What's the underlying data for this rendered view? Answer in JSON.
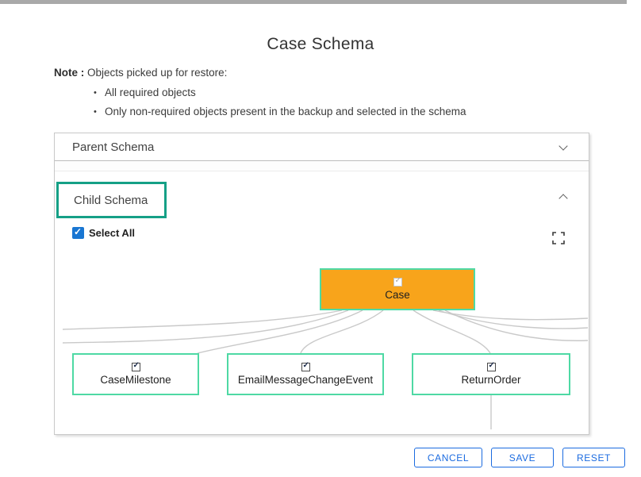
{
  "window": {
    "top_bar_color": "#a9a9a9"
  },
  "dialog": {
    "title": "Case Schema"
  },
  "note": {
    "label": "Note :",
    "text": "Objects picked up for restore:",
    "bullets": [
      "All required objects",
      "Only non-required objects present in the backup and selected in the schema"
    ]
  },
  "accordion": {
    "parent": {
      "label": "Parent Schema",
      "state": "collapsed"
    },
    "child": {
      "label": "Child Schema",
      "state": "expanded",
      "highlighted": true,
      "highlight_color": "#15a086",
      "select_all": {
        "label": "Select All",
        "checked": true,
        "checkbox_color": "#1976d2"
      }
    }
  },
  "diagram": {
    "root": {
      "label": "Case",
      "checked": true,
      "fill_color": "#F8A41B"
    },
    "children": [
      {
        "label": "CaseMilestone",
        "checked": true
      },
      {
        "label": "EmailMessageChangeEvent",
        "checked": true
      },
      {
        "label": "ReturnOrder",
        "checked": true
      }
    ],
    "box_border_color": "#4ed9a4",
    "line_color": "#c9c9c9"
  },
  "footer": {
    "accent_color": "#1b6be0",
    "buttons": [
      {
        "label": "CANCEL"
      },
      {
        "label": "SAVE"
      },
      {
        "label": "RESET"
      }
    ]
  }
}
